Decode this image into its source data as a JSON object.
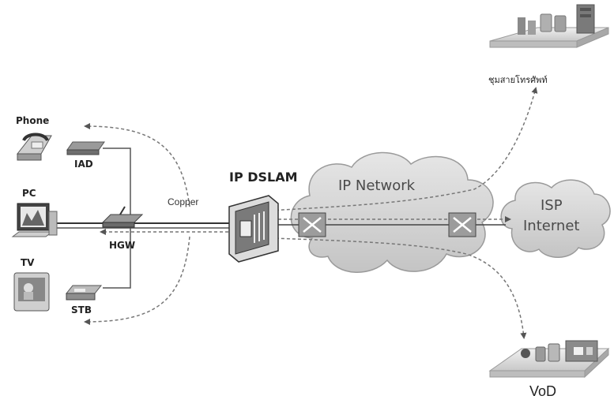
{
  "labels": {
    "phone": "Phone",
    "iad": "IAD",
    "pc": "PC",
    "hgw": "HGW",
    "tv": "TV",
    "stb": "STB",
    "copper": "Copper",
    "ip_dslam": "IP DSLAM",
    "ip_network": "IP Network",
    "isp_line1": "ISP",
    "isp_line2": "Internet",
    "pstn": "ชุมสายโทรศัพท์",
    "vod": "VoD"
  },
  "icons": {
    "phone": "telephone-icon",
    "iad": "iad-modem-icon",
    "pc": "computer-icon",
    "hgw": "home-gateway-icon",
    "tv": "television-icon",
    "stb": "set-top-box-icon",
    "dslam": "dslam-icon",
    "router": "router-icon",
    "cloud": "cloud-icon",
    "exchange": "telephone-exchange-icon",
    "vod": "vod-server-icon"
  },
  "colors": {
    "line": "#333333",
    "dashed": "#777777",
    "cloud_fill": "#d2d2d2",
    "cloud_edge": "#9a9a9a"
  }
}
